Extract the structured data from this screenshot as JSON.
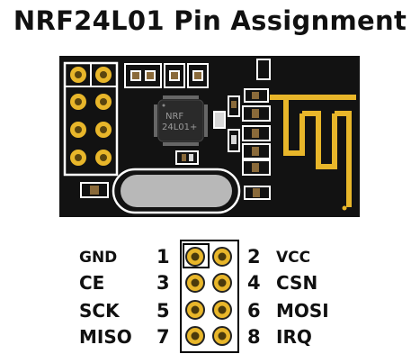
{
  "title": "NRF24L01 Pin Assignment",
  "chip": {
    "line1": "NRF",
    "line2": "24L01+"
  },
  "pins": [
    {
      "number": "1",
      "name": "GND"
    },
    {
      "number": "2",
      "name": "VCC"
    },
    {
      "number": "3",
      "name": "CE"
    },
    {
      "number": "4",
      "name": "CSN"
    },
    {
      "number": "5",
      "name": "SCK"
    },
    {
      "number": "6",
      "name": "MOSI"
    },
    {
      "number": "7",
      "name": "MISO"
    },
    {
      "number": "8",
      "name": "IRQ"
    }
  ],
  "colors": {
    "pcb": "#121212",
    "gold": "#e8b62a",
    "pad_ring": "#d9a521",
    "pad_hole": "#6b5210",
    "crystal": "#b8b8b8",
    "smd_body": "#8a6a3a"
  }
}
